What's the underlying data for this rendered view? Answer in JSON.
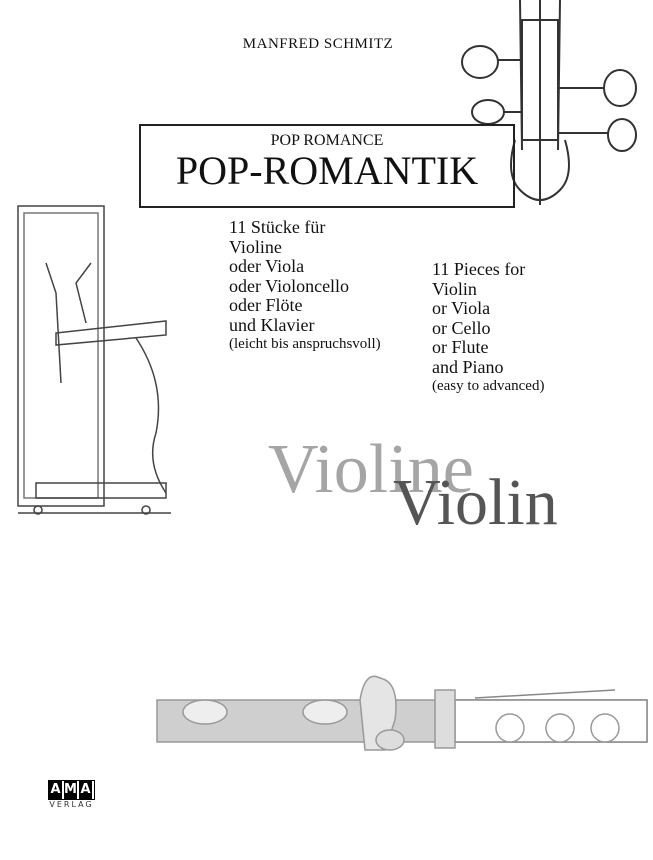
{
  "author": "MANFRED SCHMITZ",
  "subtitle": "POP ROMANCE",
  "title": "POP-ROMANTIK",
  "german": {
    "lines": [
      "11 Stücke für",
      "Violine",
      "oder Viola",
      "oder Violoncello",
      "oder Flöte",
      "und Klavier"
    ],
    "note": "(leicht bis anspruchsvoll)"
  },
  "english": {
    "lines": [
      "11 Pieces for",
      "Violin",
      "or Viola",
      "or Cello",
      "or Flute",
      "and Piano"
    ],
    "note": "(easy to advanced)"
  },
  "instrument_de": "Violine",
  "instrument_en": "Violin",
  "publisher": {
    "logo_letters": [
      "A",
      "M",
      "A"
    ],
    "name": "VERLAG"
  }
}
